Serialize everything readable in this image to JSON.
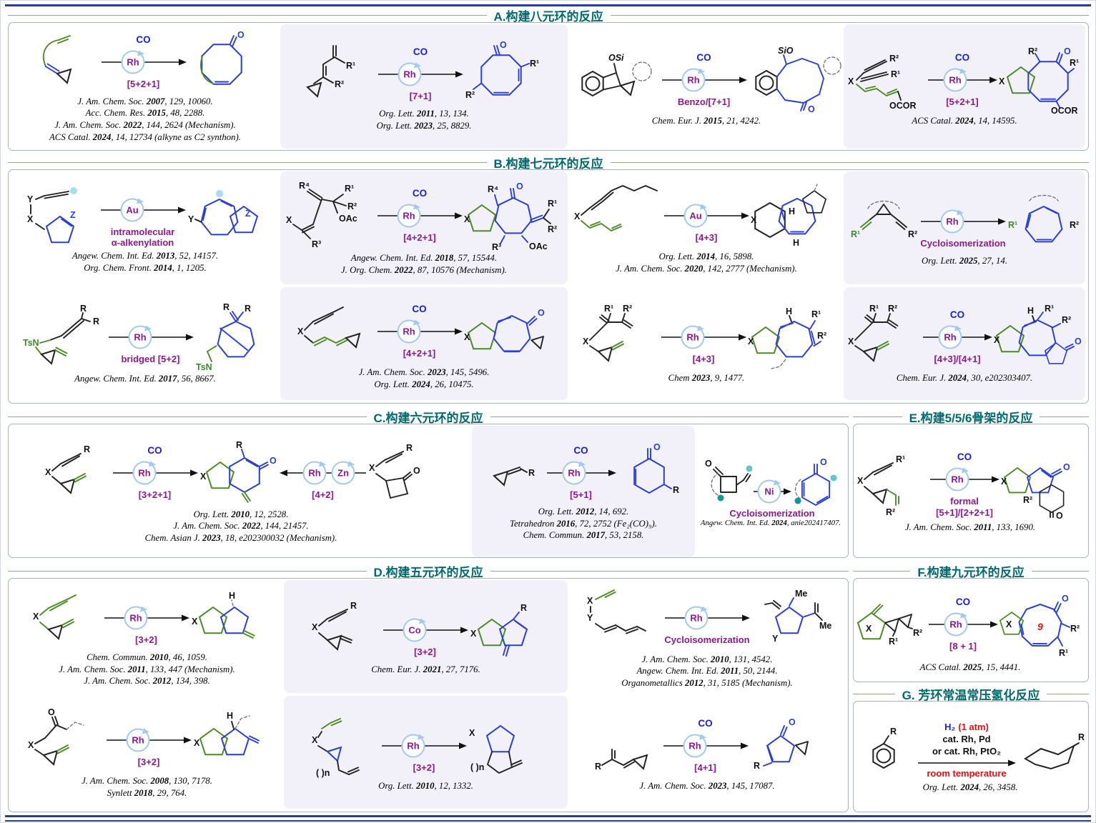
{
  "sections": {
    "A": {
      "title": "A.构建八元环的反应",
      "panels": [
        {
          "co": "CO",
          "cat": "Rh",
          "cond": "[5+2+1]",
          "pl": [
            "O"
          ],
          "cites": [
            "J. Am. Chem. Soc. 2007, 129, 10060.",
            "Acc. Chem. Res. 2015, 48, 2288.",
            "J. Am. Chem. Soc. 2022, 144, 2624 (Mechanism).",
            "ACS Catal. 2024, 14, 12734 (alkyne as C2 synthon)."
          ]
        },
        {
          "co": "CO",
          "cat": "Rh",
          "cond": "[7+1]",
          "rl": [
            "R¹",
            "R²"
          ],
          "pl": [
            "O",
            "R¹",
            "R²"
          ],
          "cites": [
            "Org. Lett. 2011, 13, 134.",
            "Org. Lett. 2023, 25, 8829."
          ]
        },
        {
          "co": "CO",
          "cat": "Rh",
          "cond": "Benzo/[7+1]",
          "rl": [
            "OSi"
          ],
          "pl": [
            "SiO",
            "O"
          ],
          "cites": [
            "Chem. Eur. J. 2015, 21, 4242."
          ]
        },
        {
          "co": "CO",
          "cat": "Rh",
          "cond": "[5+2+1]",
          "rl": [
            "X",
            "R²",
            "R¹",
            "OCOR"
          ],
          "pl": [
            "X",
            "R²",
            "O",
            "R¹",
            "OCOR"
          ],
          "cites": [
            "ACS Catal. 2024, 14, 14595."
          ]
        }
      ]
    },
    "B": {
      "title": "B.构建七元环的反应",
      "panels": [
        {
          "cat": "Au",
          "cond": "intramolecular",
          "cond2": "α-alkenylation",
          "rl": [
            "Y",
            "X",
            "Z"
          ],
          "pl": [
            "Y",
            "Z"
          ],
          "cites": [
            "Angew. Chem. Int. Ed. 2013, 52, 14157.",
            "Org. Chem. Front. 2014, 1, 1205."
          ]
        },
        {
          "co": "CO",
          "cat": "Rh",
          "cond": "[4+2+1]",
          "rl": [
            "R⁴",
            "R¹",
            "R²",
            "OAc",
            "X",
            "R³"
          ],
          "pl": [
            "X",
            "R⁴",
            "O",
            "R¹",
            "R²",
            "OAc",
            "R³"
          ],
          "cites": [
            "Angew. Chem. Int. Ed. 2018, 57, 15544.",
            "J. Org. Chem. 2022, 87, 10576 (Mechanism)."
          ]
        },
        {
          "cat": "Au",
          "cond": "[4+3]",
          "rl": [
            "X"
          ],
          "pl": [
            "X",
            "H",
            "H"
          ],
          "cites": [
            "Org. Lett. 2014, 16, 5898.",
            "J. Am. Chem. Soc. 2020, 142, 2777 (Mechanism)."
          ]
        },
        {
          "cat": "Rh",
          "cond": "Cycloisomerization",
          "rl": [
            "R¹",
            "R²"
          ],
          "pl": [
            "R¹",
            "R²"
          ],
          "cites": [
            "Org. Lett. 2025, 27, 14."
          ]
        },
        {
          "cat": "Rh",
          "cond": "bridged [5+2]",
          "rl": [
            "R",
            "R",
            "TsN"
          ],
          "pl": [
            "R",
            "R",
            "TsN"
          ],
          "cites": [
            "Angew. Chem. Int. Ed. 2017, 56, 8667."
          ]
        },
        {
          "co": "CO",
          "cat": "Rh",
          "cond": "[4+2+1]",
          "rl": [
            "X"
          ],
          "pl": [
            "X",
            "O"
          ],
          "cites": [
            "J. Am. Chem. Soc. 2023, 145, 5496.",
            "Org. Lett. 2024, 26, 10475."
          ]
        },
        {
          "cat": "Rh",
          "cond": "[4+3]",
          "rl": [
            "R¹",
            "R²",
            "X"
          ],
          "pl": [
            "X",
            "H",
            "R¹",
            "R²"
          ],
          "cites": [
            "Chem 2023, 9, 1477."
          ]
        },
        {
          "co": "CO",
          "cat": "Rh",
          "cond": "[4+3]/[4+1]",
          "rl": [
            "R¹",
            "R²",
            "X"
          ],
          "pl": [
            "X",
            "H",
            "R¹",
            "R²",
            "O"
          ],
          "cites": [
            "Chem. Eur. J. 2024, 30, e202303407."
          ]
        }
      ]
    },
    "C": {
      "title": "C.构建六元环的反应",
      "panels": [
        {
          "left": {
            "co": "CO",
            "cat": "Rh",
            "cond": "[3+2+1]"
          },
          "right": {
            "cat": "Rh",
            "dot": "·",
            "cat2": "Zn",
            "cond": "[4+2]"
          },
          "rl": [
            "X",
            "R"
          ],
          "cl": [
            "X",
            "R",
            "O"
          ],
          "rr": [
            "X",
            "R",
            "O"
          ],
          "cites": [
            "Org. Lett. 2010, 12, 2528.",
            "J. Am. Chem. Soc. 2022, 144, 21457.",
            "Chem. Asian J. 2023, 18, e202300032 (Mechanism)."
          ]
        },
        {
          "co": "CO",
          "cat": "Rh",
          "cond": "[5+1]",
          "rl": [
            "R"
          ],
          "pl": [
            "O",
            "R"
          ],
          "cites": [
            "Org. Lett. 2012, 14, 692.",
            "Tetrahedron 2016, 72, 2752 (Fe₂(CO)₉).",
            "Chem. Commun. 2017, 53, 2158."
          ]
        },
        {
          "cat": "Ni",
          "cond": "Cycloisomerization",
          "rl": [
            "O"
          ],
          "pl": [
            "O"
          ],
          "cites": [
            "Angew. Chem. Int. Ed. 2024, anie202417407."
          ]
        }
      ]
    },
    "D": {
      "title": "D.构建五元环的反应",
      "panels": [
        {
          "cat": "Rh",
          "cond": "[3+2]",
          "rl": [
            "X"
          ],
          "pl": [
            "X",
            "H"
          ],
          "cites": [
            "Chem. Commun. 2010, 46, 1059.",
            "J. Am. Chem. Soc. 2011, 133, 447 (Mechanism).",
            "J. Am. Chem. Soc. 2012, 134, 398."
          ]
        },
        {
          "cat": "Co",
          "cond": "[3+2]",
          "rl": [
            "X",
            "R"
          ],
          "pl": [
            "X",
            "R"
          ],
          "cites": [
            "Chem. Eur. J. 2021, 27, 7176."
          ]
        },
        {
          "cat": "Rh",
          "cond": "Cycloisomerization",
          "rl": [
            "X",
            "Y"
          ],
          "pl": [
            "Y",
            "Me",
            "Me"
          ],
          "cites": [
            "J. Am. Chem. Soc. 2010, 131, 4542.",
            "Angew. Chem. Int. Ed. 2011, 50, 2144.",
            "Organometallics 2012, 31, 5185 (Mechanism)."
          ]
        },
        {
          "cat": "Rh",
          "cond": "[3+2]",
          "rl": [
            "O",
            "X"
          ],
          "pl": [
            "X",
            "H"
          ],
          "cites": [
            "J. Am. Chem. Soc. 2008, 130, 7178.",
            "Synlett 2018, 29, 764."
          ]
        },
        {
          "cat": "Rh",
          "cond": "[3+2]",
          "rl": [
            "X",
            "( )n"
          ],
          "pl": [
            "X",
            "( )n"
          ],
          "cites": [
            "Org. Lett. 2010, 12, 1332."
          ]
        },
        {
          "co": "CO",
          "cat": "Rh",
          "cond": "[4+1]",
          "rl": [
            "R"
          ],
          "pl": [
            "O",
            "R"
          ],
          "cites": [
            "J. Am. Chem. Soc. 2023, 145, 17087."
          ]
        }
      ]
    },
    "E": {
      "title": "E.构建5/5/6骨架的反应",
      "panels": [
        {
          "co": "CO",
          "cat": "Rh",
          "cond": "formal",
          "cond2": "[5+1]/[2+2+1]",
          "rl": [
            "X",
            "R¹",
            "R²"
          ],
          "pl": [
            "X",
            "O",
            "O",
            "R²"
          ],
          "cites": [
            "J. Am. Chem. Soc. 2011, 133, 1690."
          ]
        }
      ]
    },
    "F": {
      "title": "F.构建九元环的反应",
      "panels": [
        {
          "co": "CO",
          "cat": "Rh",
          "cond": "[8 + 1]",
          "rl": [
            "X",
            "R¹",
            "R²"
          ],
          "pl": [
            "X",
            "O",
            "9",
            "R²",
            "R¹"
          ],
          "cites": [
            "ACS Catal. 2025, 15, 4441."
          ]
        }
      ]
    },
    "G": {
      "title": "G. 芳环常温常压氢化反应",
      "panels": [
        {
          "h2": "H₂",
          "atm": "(1 atm)",
          "cat_line1": "cat. Rh, Pd",
          "cat_line2": "or cat. Rh, PtO₂",
          "below": "room temperature",
          "rl": [
            "R"
          ],
          "pl": [
            "R"
          ],
          "cites": [
            "Org. Lett. 2024, 26, 3458."
          ]
        }
      ]
    }
  }
}
